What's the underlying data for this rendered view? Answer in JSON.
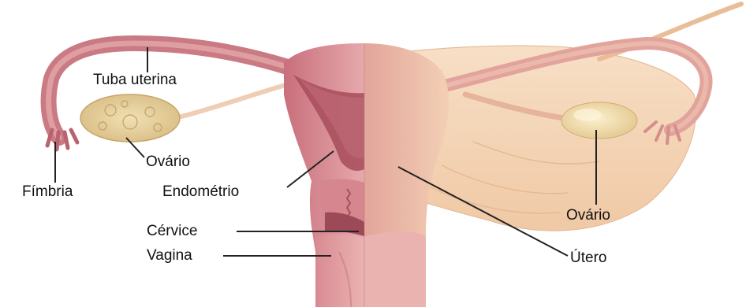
{
  "labels": {
    "tuba_uterina": "Tuba uterina",
    "ovario_left": "Ovário",
    "fimbria": "Fímbria",
    "endometrio": "Endométrio",
    "cervice": "Cérvice",
    "vagina": "Vagina",
    "ovario_right": "Ovário",
    "utero": "Útero"
  },
  "colors": {
    "tissue_pink": "#d98f97",
    "tissue_dark": "#b55b68",
    "skin_beige": "#f1c7a3",
    "ligament": "#f6dcc3",
    "ovary": "#e7cf9c",
    "leader_line": "#222222",
    "label_text": "#111111"
  }
}
